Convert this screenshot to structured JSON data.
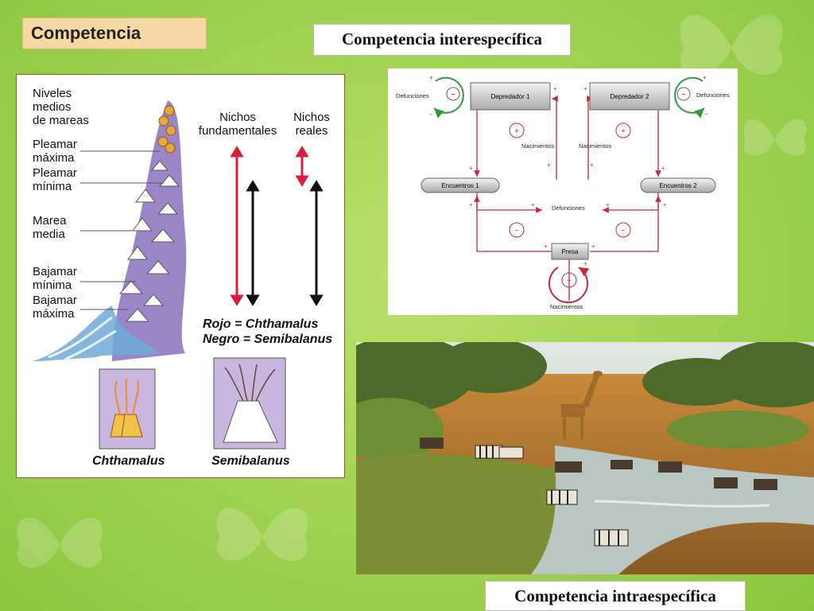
{
  "slide": {
    "title": "Competencia",
    "inter_label": "Competencia interespecífica",
    "intra_label": "Competencia intraespecífica"
  },
  "barnacle_figure": {
    "zone_labels": [
      [
        "Niveles",
        "medios",
        "de mareas"
      ],
      [
        "Pleamar",
        "máxima"
      ],
      [
        "Pleamar",
        "mínima"
      ],
      [
        "Marea",
        "media"
      ],
      [
        "Bajamar",
        "mínima"
      ],
      [
        "Bajamar",
        "máxima"
      ]
    ],
    "niche_headers": {
      "fundamental": [
        "Nichos",
        "fundamentales"
      ],
      "real": [
        "Nichos",
        "reales"
      ]
    },
    "legend": [
      "Rojo = Chthamalus",
      "Negro = Semibalanus"
    ],
    "species": [
      "Chthamalus",
      "Semibalanus"
    ],
    "colors": {
      "red": "#d81f3c",
      "black": "#111111",
      "rock": "#9a86c6"
    }
  },
  "flow_diagram": {
    "predator1": "Depredador 1",
    "predator2": "Depredador 2",
    "encounters1": "Encuentros 1",
    "encounters2": "Encuentros 2",
    "prey": "Presa",
    "deaths": "Defunciones",
    "births": "Nacimientos",
    "plus": "+",
    "minus": "−",
    "colors": {
      "arrow": "#c8283a",
      "loop": "#2e9b3d"
    }
  }
}
